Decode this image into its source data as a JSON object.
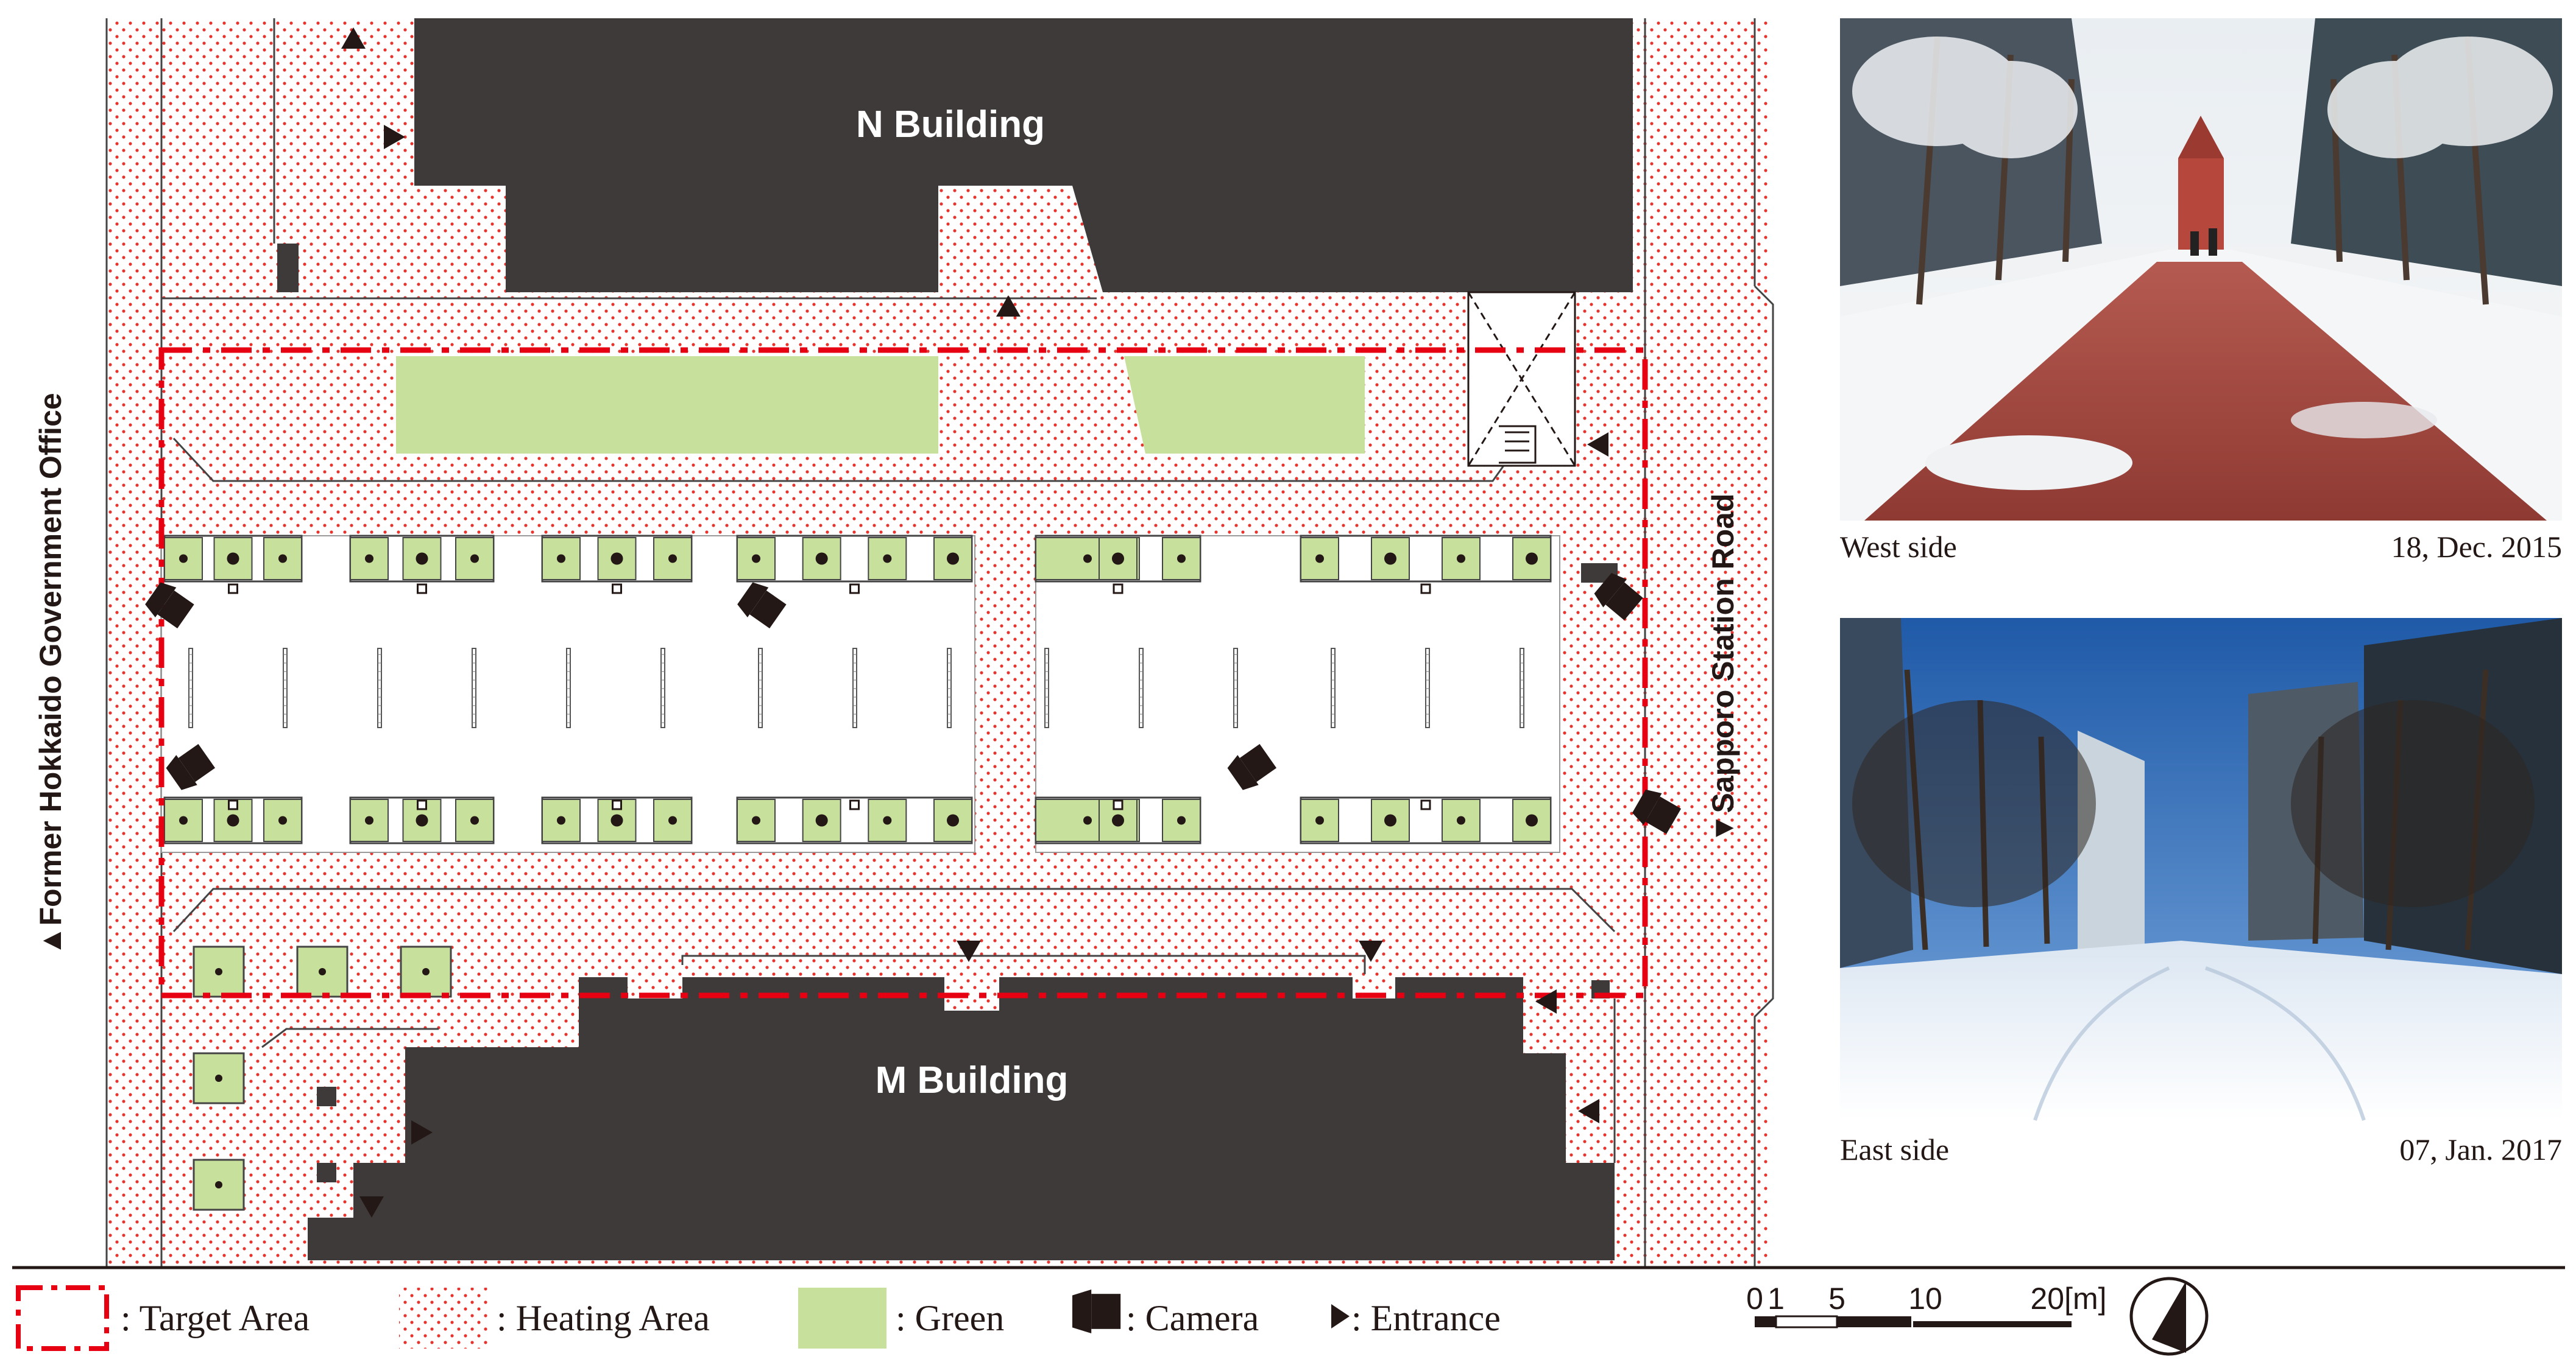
{
  "plan": {
    "north_building_label": "N Building",
    "m_building_label": "M Building",
    "west_road_label": "▲Former Hokkaido Government Office",
    "east_road_label": "▼Sapporo Station Road"
  },
  "photos": [
    {
      "side_label": "West side",
      "date_label": "18, Dec. 2015"
    },
    {
      "side_label": "East side",
      "date_label": "07, Jan. 2017"
    }
  ],
  "legend": {
    "target_area": ": Target Area",
    "heating_area": ": Heating Area",
    "green": ": Green",
    "camera": ": Camera",
    "entrance": ": Entrance"
  },
  "scale": {
    "ticks": [
      "0",
      "1",
      "5",
      "10",
      "20[m]"
    ]
  },
  "colors": {
    "building": "#3e3a39",
    "green": "#c7e09b",
    "heating_dot": "#e8342e",
    "target_line": "#e60012",
    "ink": "#231815"
  },
  "icons": [
    "camera-icon",
    "entrance-icon",
    "north-arrow-icon"
  ]
}
